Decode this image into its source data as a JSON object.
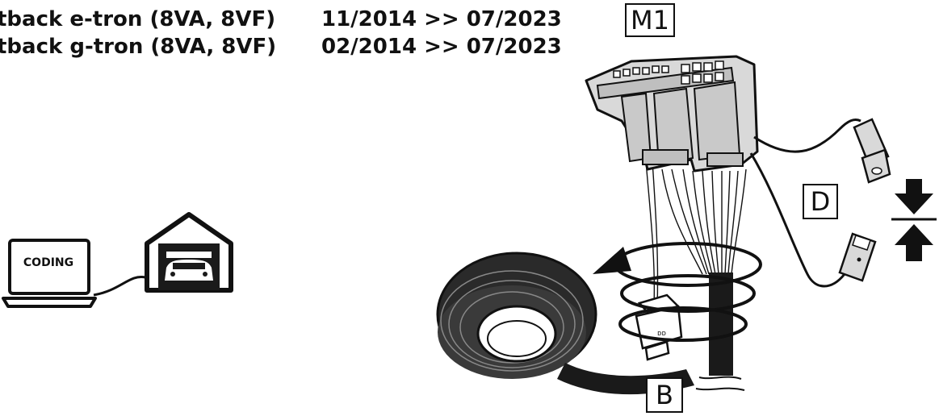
{
  "header": {
    "rows": [
      {
        "model": "tback e-tron (8VA, 8VF)",
        "dates": "11/2014 >> 07/2023"
      },
      {
        "model": "tback g-tron (8VA, 8VF)",
        "dates": "02/2014 >> 07/2023"
      }
    ]
  },
  "labels": {
    "m1": "M1",
    "d": "D",
    "b": "B",
    "coding": "CODING"
  }
}
